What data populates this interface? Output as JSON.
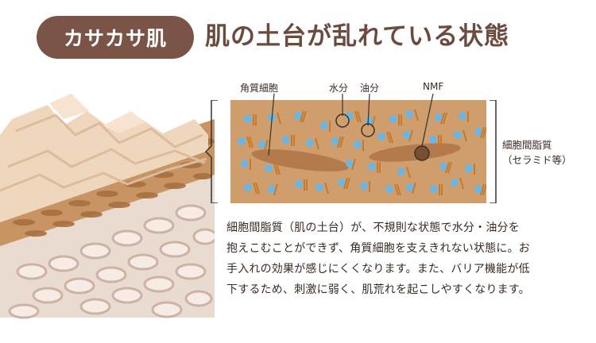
{
  "header": {
    "badge": "カサカサ肌",
    "title": "肌の土台が乱れている状態"
  },
  "labels": {
    "corneocyte": "角質細胞",
    "water": "水分",
    "oil": "油分",
    "nmf": "NMF",
    "lipid_line1": "細胞間脂質",
    "lipid_line2": "（セラミド等）"
  },
  "description": {
    "line1": "細胞間脂質（肌の土台）が、不規則な状態で水分・油分を",
    "line2": "抱えこむことができず、角質細胞を支えきれない状態に。お",
    "line3": "手入れの効果が感じにくくなります。また、バリア機能が低",
    "line4": "下するため、刺激に弱く、肌荒れを起こしやすくなります。"
  },
  "colors": {
    "badge_bg": "#7a5447",
    "title_text": "#6b4b40",
    "lipid_layer": "#cf9e6c",
    "corneocyte": "#b47a4c",
    "water_dot": "#69b6e6",
    "oil_stick": "#c67a2a",
    "skin_top": "#f0d5b8",
    "skin_mid": "#c99463",
    "skin_deep": "#e9d8cc"
  }
}
